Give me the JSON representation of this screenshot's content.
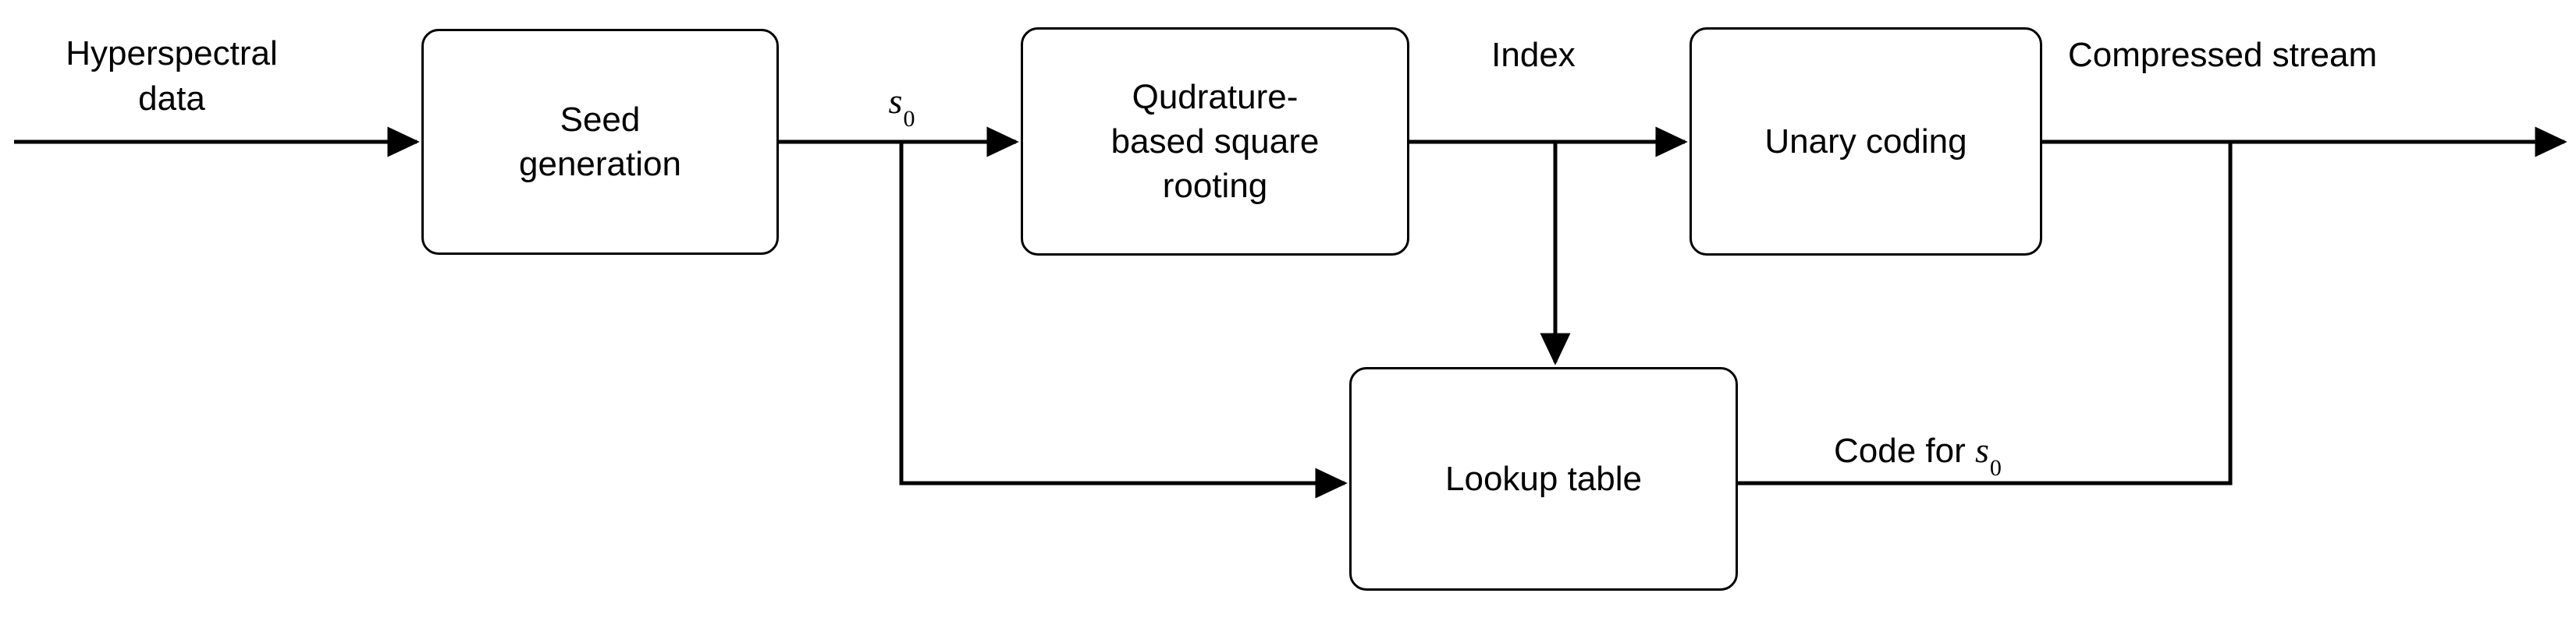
{
  "diagram": {
    "title": "Hyperspectral data compression block diagram",
    "background_color": "#ffffff",
    "stroke_color": "#000000",
    "nodes": [
      {
        "id": "seed-generation",
        "label": "Seed\ngeneration"
      },
      {
        "id": "square-rooting",
        "label": "Qudrature-\nbased square\nrooting"
      },
      {
        "id": "unary-coding",
        "label": "Unary coding"
      },
      {
        "id": "lookup-table",
        "label": "Lookup table"
      }
    ],
    "edge_labels": {
      "input": "Hyperspectral\ndata",
      "seed_symbol": "s",
      "seed_subscript": "0",
      "index": "Index",
      "output": "Compressed stream",
      "code_prefix": "Code for ",
      "code_symbol": "s",
      "code_subscript": "0"
    }
  }
}
